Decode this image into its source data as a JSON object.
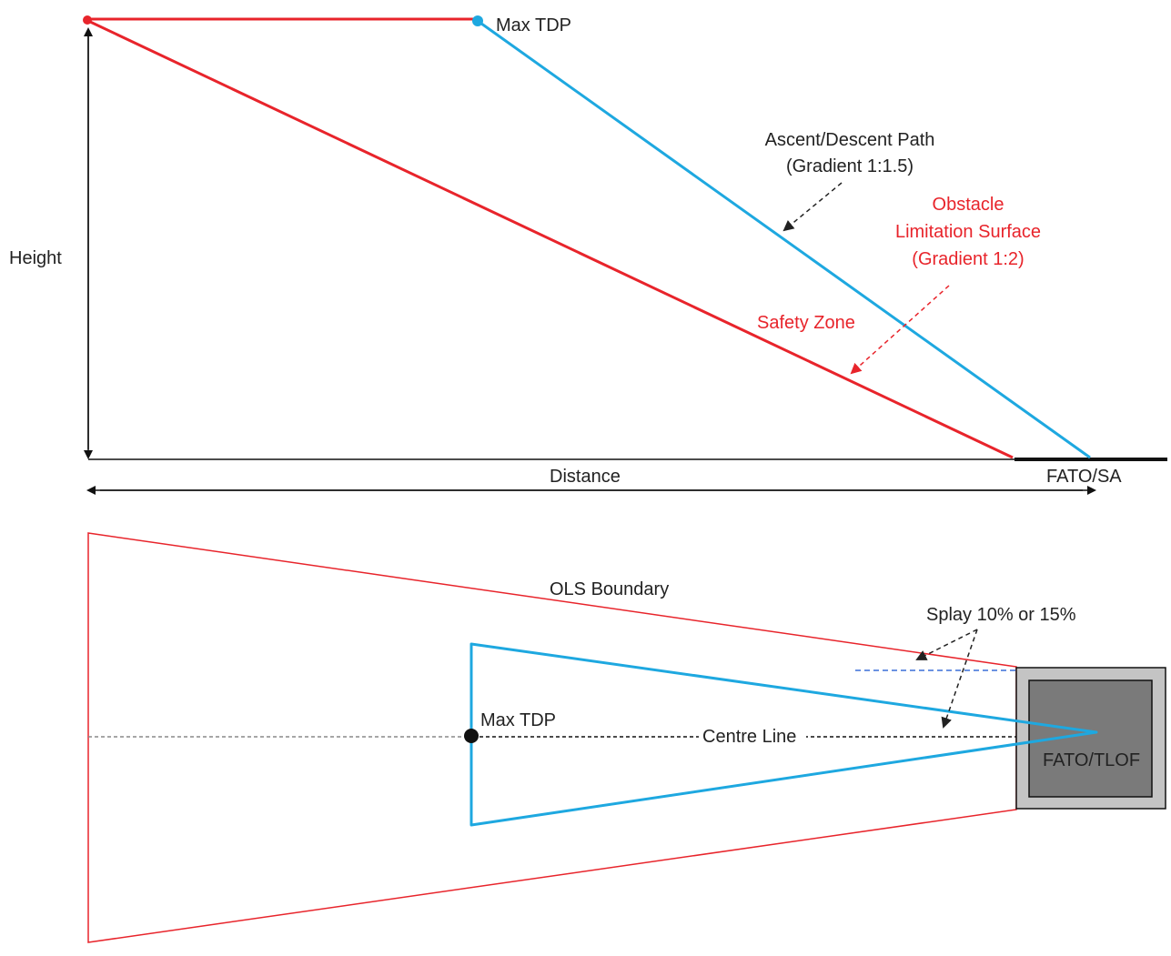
{
  "colors": {
    "red": "#e8242b",
    "blue": "#1ea8e0",
    "black": "#111111",
    "grey_outer": "#c4c4c4",
    "grey_inner": "#7a7a7a",
    "dash_blue": "#3a6fd8"
  },
  "profile_view": {
    "height_label": "Height",
    "distance_label": "Distance",
    "fato_sa_label": "FATO/SA",
    "max_tdp_label": "Max TDP",
    "ascent_path_label_line1": "Ascent/Descent Path",
    "ascent_path_label_line2": "(Gradient 1:1.5)",
    "ols_label_line1": "Obstacle",
    "ols_label_line2": "Limitation Surface",
    "ols_label_line3": "(Gradient 1:2)",
    "safety_zone_label": "Safety Zone"
  },
  "plan_view": {
    "ols_boundary_label": "OLS Boundary",
    "splay_label": "Splay 10% or 15%",
    "max_tdp_label": "Max TDP",
    "centre_line_label": "Centre Line",
    "fato_tlof_label": "FATO/TLOF"
  }
}
